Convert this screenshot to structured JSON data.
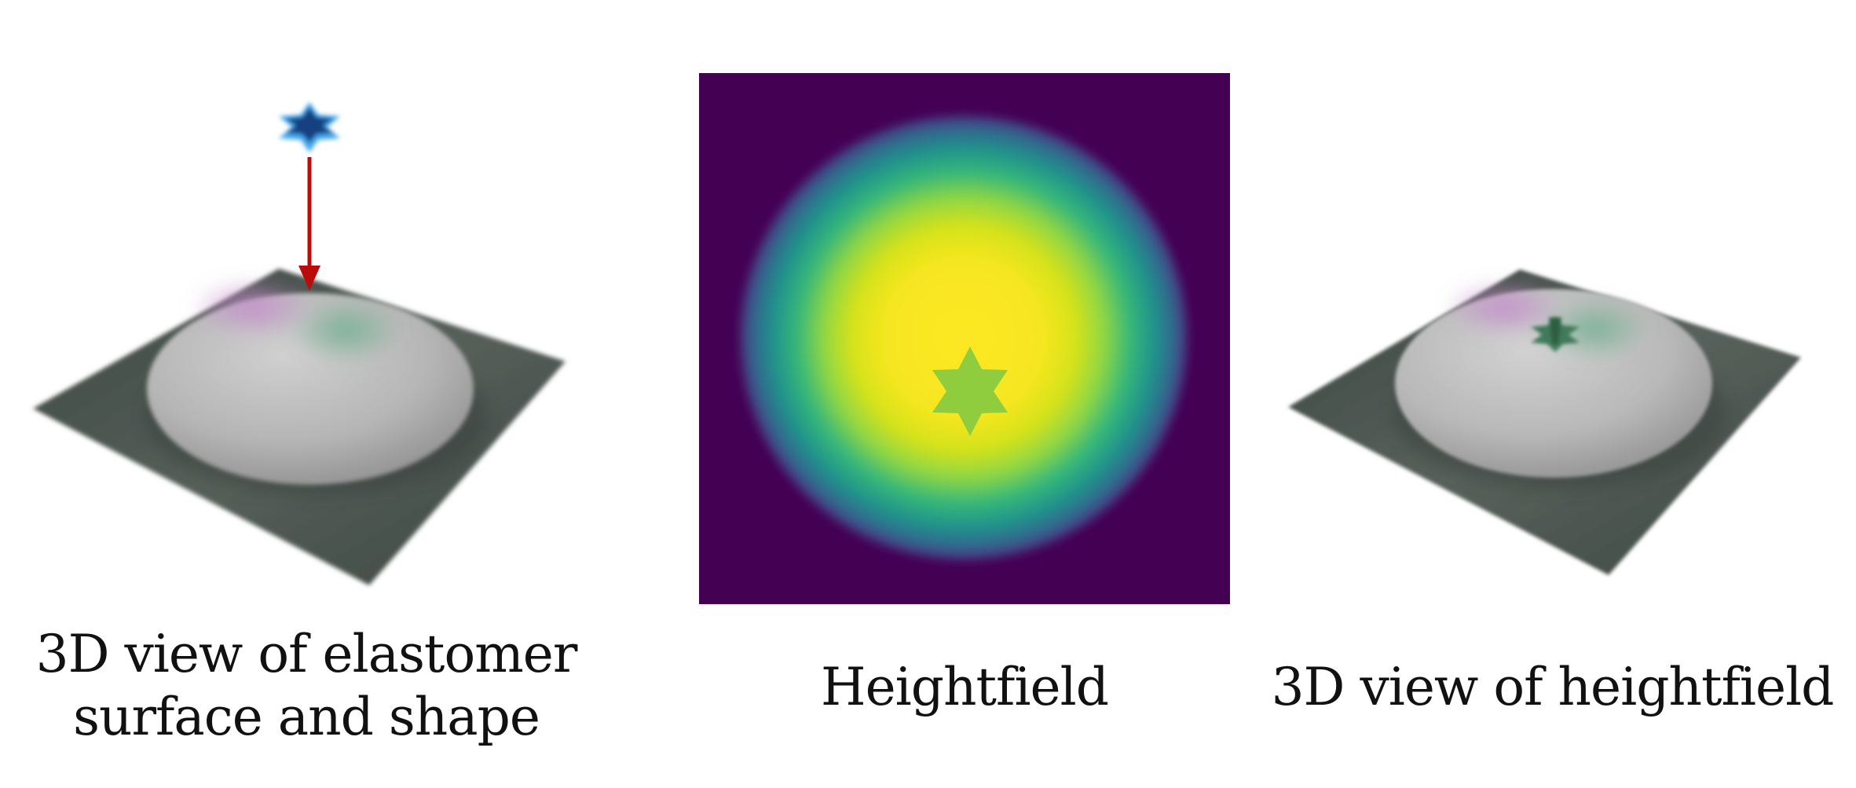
{
  "figure": {
    "panels": [
      {
        "id": "elastomer-3d",
        "caption_lines": [
          "3D view of elastomer",
          "surface and shape"
        ]
      },
      {
        "id": "heightfield-map",
        "caption_lines": [
          "Heightfield"
        ]
      },
      {
        "id": "heightfield-3d",
        "caption_lines": [
          "3D view of heightfield"
        ]
      }
    ],
    "colors": {
      "plate": "#4a544f",
      "dome": "#b6b6b6",
      "dome_tint_pink": "#c58ccd",
      "dome_tint_green": "#6fae8e",
      "star_light": "#43a8ee",
      "star_dark": "#16407f",
      "arrow": "#bb0c0c",
      "heightfield_background": "#440154",
      "heightfield_stops": [
        "#fde725",
        "#d4e21a",
        "#90d743",
        "#35b779",
        "#21918c",
        "#31688e",
        "#443983",
        "#440154"
      ],
      "star_imprint": "#8fcc3e"
    }
  }
}
